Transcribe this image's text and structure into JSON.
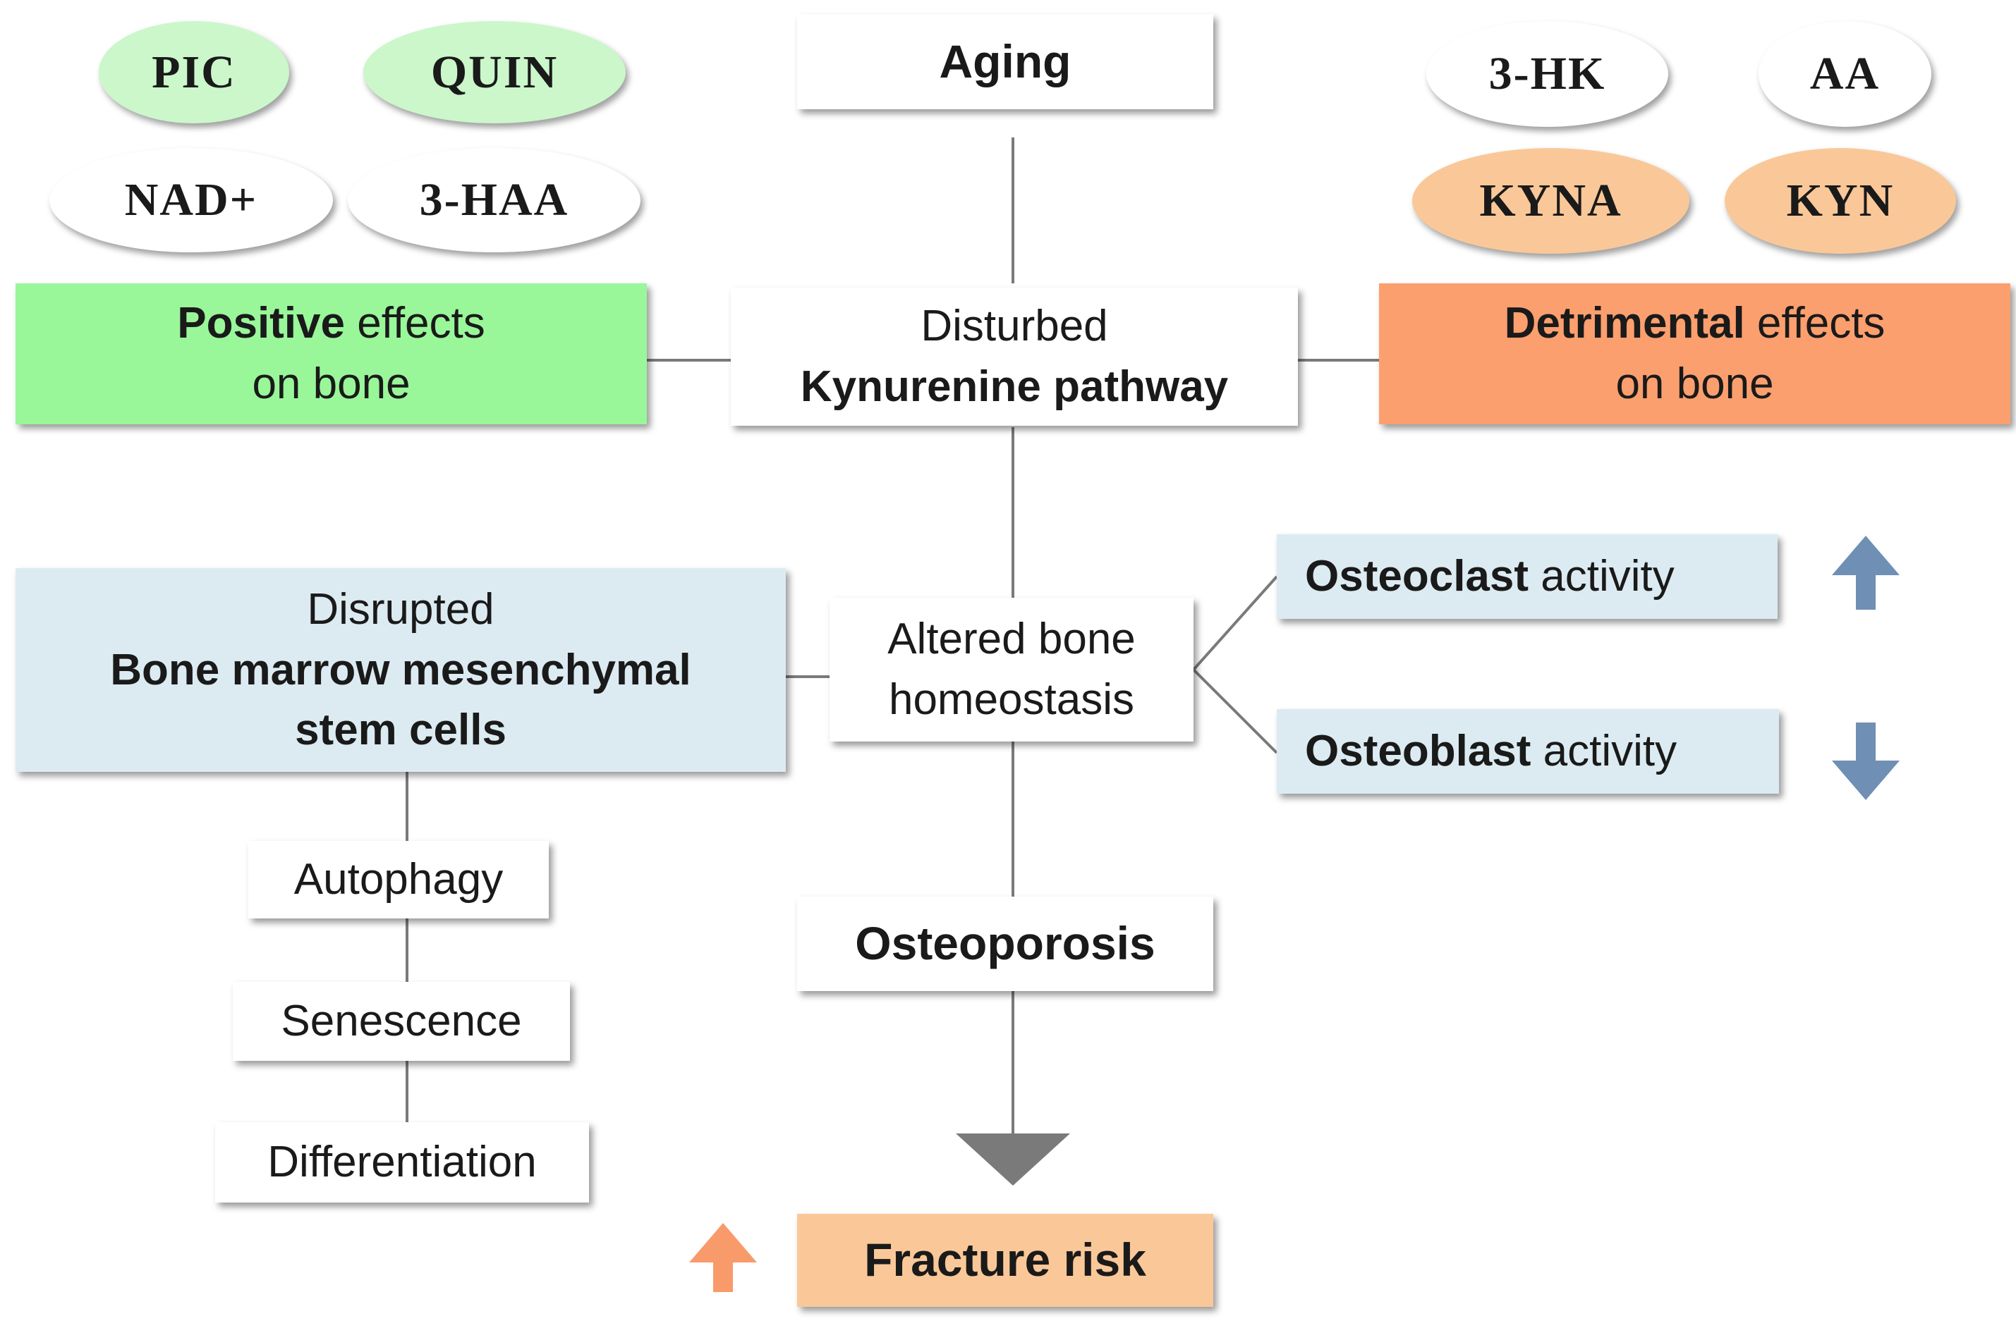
{
  "top": {
    "aging": "Aging"
  },
  "metabolites": {
    "positive": [
      {
        "label": "PIC",
        "color": "#cbf7cb"
      },
      {
        "label": "QUIN",
        "color": "#cbf7cb"
      },
      {
        "label": "NAD+",
        "color": "#ffffff"
      },
      {
        "label": "3-HAA",
        "color": "#ffffff"
      }
    ],
    "detrimental": [
      {
        "label": "3-HK",
        "color": "#ffffff"
      },
      {
        "label": "AA",
        "color": "#ffffff"
      },
      {
        "label": "KYNA",
        "color": "#fac898"
      },
      {
        "label": "KYN",
        "color": "#fac898"
      }
    ]
  },
  "center": {
    "pathway_line1": "Disturbed",
    "pathway_line2": "Kynurenine pathway",
    "homeostasis_line1": "Altered bone",
    "homeostasis_line2": "homeostasis",
    "osteoporosis": "Osteoporosis",
    "fracture": "Fracture risk"
  },
  "positive_effects": {
    "bold": "Positive",
    "rest1": " effects",
    "line2": "on bone",
    "color": "#99f799"
  },
  "detrimental_effects": {
    "bold": "Detrimental",
    "rest1": " effects",
    "line2": "on bone",
    "color": "#fc9f6e"
  },
  "stem_cells": {
    "line1": "Disrupted",
    "line2": "Bone marrow mesenchymal",
    "line3": "stem cells",
    "color": "#dcebf1",
    "processes": [
      "Autophagy",
      "Senescence",
      "Differentiation"
    ]
  },
  "activities": [
    {
      "bold": "Osteoclast",
      "rest": " activity",
      "direction": "up",
      "arrow_color": "#6f8fb5"
    },
    {
      "bold": "Osteoblast",
      "rest": " activity",
      "direction": "down",
      "arrow_color": "#6f8fb5"
    }
  ],
  "fracture_arrow": {
    "direction": "up",
    "color": "#f99a6b"
  }
}
